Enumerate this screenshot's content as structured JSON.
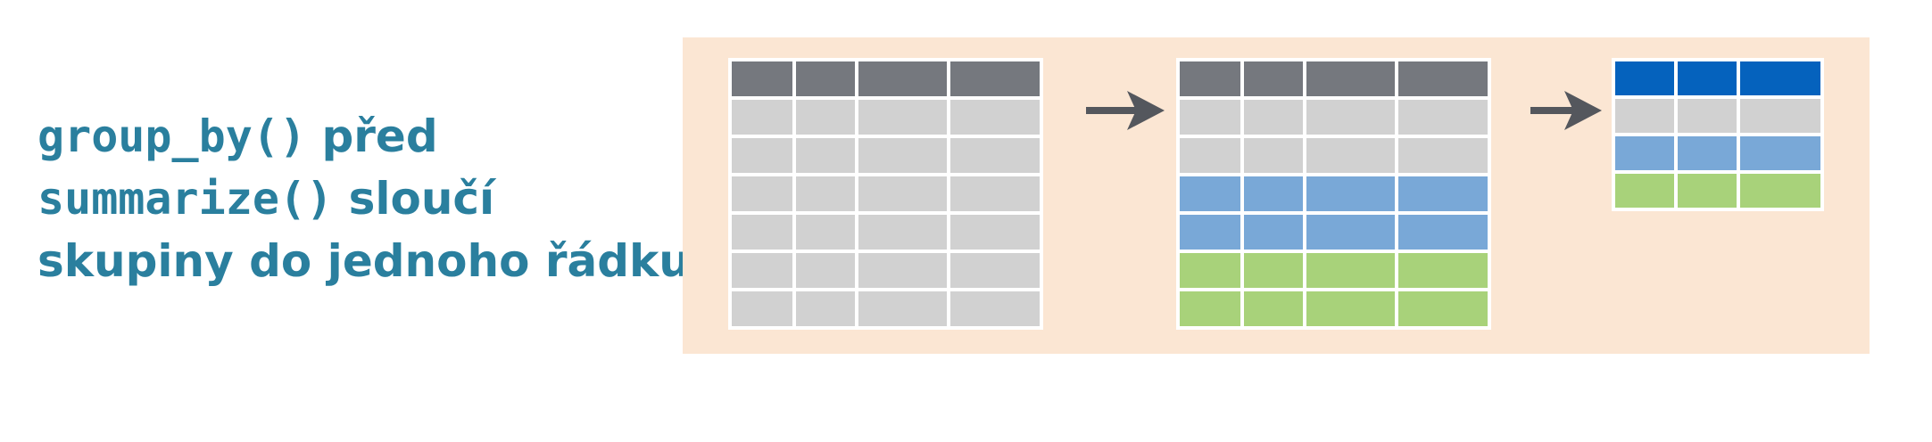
{
  "caption": {
    "line1_code": "group_by()",
    "line1_text": "před",
    "line2_code": "summarize()",
    "line2_text": "sloučí",
    "line3_text": "skupiny do jednoho řádku"
  },
  "colors": {
    "panel_bg": "#fbe6d3",
    "text": "#2a7f9e",
    "header_gray": "#75787e",
    "cell_gray": "#d1d1d1",
    "header_blue": "#0562bd",
    "blue": "#79a8d7",
    "green": "#a8d27a",
    "arrow": "#54575d",
    "grid_line": "#ffffff"
  },
  "tables": [
    {
      "name": "input-table",
      "header": "gray",
      "rows": [
        "gray",
        "gray",
        "gray",
        "gray",
        "gray",
        "gray"
      ]
    },
    {
      "name": "grouped-table",
      "header": "gray",
      "rows": [
        "gray",
        "gray",
        "blue",
        "blue",
        "green",
        "green"
      ]
    },
    {
      "name": "summary-table",
      "header": "blue_dark",
      "rows": [
        "gray",
        "blue",
        "green"
      ]
    }
  ]
}
